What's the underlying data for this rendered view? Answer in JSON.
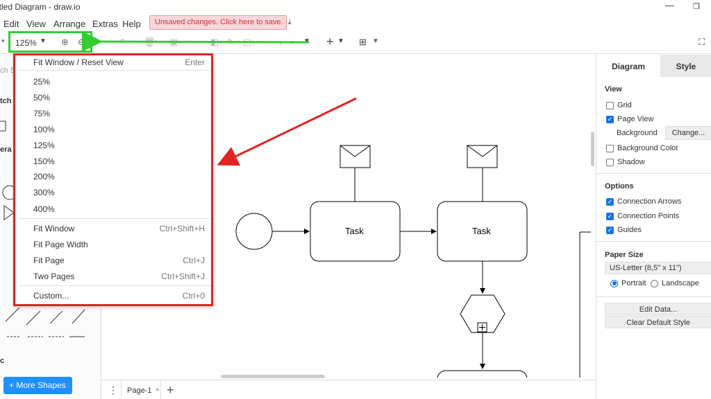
{
  "window": {
    "title": "itled Diagram - draw.io"
  },
  "menubar": {
    "items": [
      "Edit",
      "View",
      "Arrange",
      "Extras",
      "Help"
    ],
    "unsaved_notice": "Unsaved changes. Click here to save."
  },
  "toolbar": {
    "zoom_value": "125%"
  },
  "zoom_menu": {
    "items": [
      {
        "label": "Fit Window / Reset View",
        "shortcut": "Enter"
      },
      {
        "label": "25%",
        "shortcut": ""
      },
      {
        "label": "50%",
        "shortcut": ""
      },
      {
        "label": "75%",
        "shortcut": ""
      },
      {
        "label": "100%",
        "shortcut": ""
      },
      {
        "label": "125%",
        "shortcut": ""
      },
      {
        "label": "150%",
        "shortcut": ""
      },
      {
        "label": "200%",
        "shortcut": ""
      },
      {
        "label": "300%",
        "shortcut": ""
      },
      {
        "label": "400%",
        "shortcut": ""
      },
      {
        "label": "Fit Window",
        "shortcut": "Ctrl+Shift+H"
      },
      {
        "label": "Fit Page Width",
        "shortcut": ""
      },
      {
        "label": "Fit Page",
        "shortcut": "Ctrl+J"
      },
      {
        "label": "Two Pages",
        "shortcut": "Ctrl+Shift+J"
      },
      {
        "label": "Custom...",
        "shortcut": "Ctrl+0"
      }
    ]
  },
  "sidebar": {
    "search_stub": "ch S",
    "section_stub_1": "tch",
    "section_stub_2": "era",
    "section_stub_3": "c",
    "more_shapes_label": "More Shapes"
  },
  "diagram": {
    "task_label_1": "Task",
    "task_label_2": "Task"
  },
  "pagebar": {
    "page_label": "Page-1"
  },
  "panel": {
    "tab_diagram": "Diagram",
    "tab_style": "Style",
    "view_heading": "View",
    "grid_label": "Grid",
    "grid_checked": false,
    "page_view_label": "Page View",
    "page_view_checked": true,
    "background_label": "Background",
    "change_button": "Change...",
    "background_color_label": "Background Color",
    "background_color_checked": false,
    "shadow_label": "Shadow",
    "shadow_checked": false,
    "options_heading": "Options",
    "connection_arrows_label": "Connection Arrows",
    "connection_arrows_checked": true,
    "connection_points_label": "Connection Points",
    "connection_points_checked": true,
    "guides_label": "Guides",
    "guides_checked": true,
    "paper_size_heading": "Paper Size",
    "paper_size_value": "US-Letter (8,5\" x 11\")",
    "portrait_label": "Portrait",
    "landscape_label": "Landscape",
    "orientation": "Portrait",
    "edit_data_button": "Edit Data...",
    "clear_style_button": "Clear Default Style"
  },
  "colors": {
    "highlight_green": "#33cc33",
    "highlight_red": "#e02424",
    "accent_blue": "#1a73e8",
    "more_shapes_blue": "#1e90ff"
  }
}
